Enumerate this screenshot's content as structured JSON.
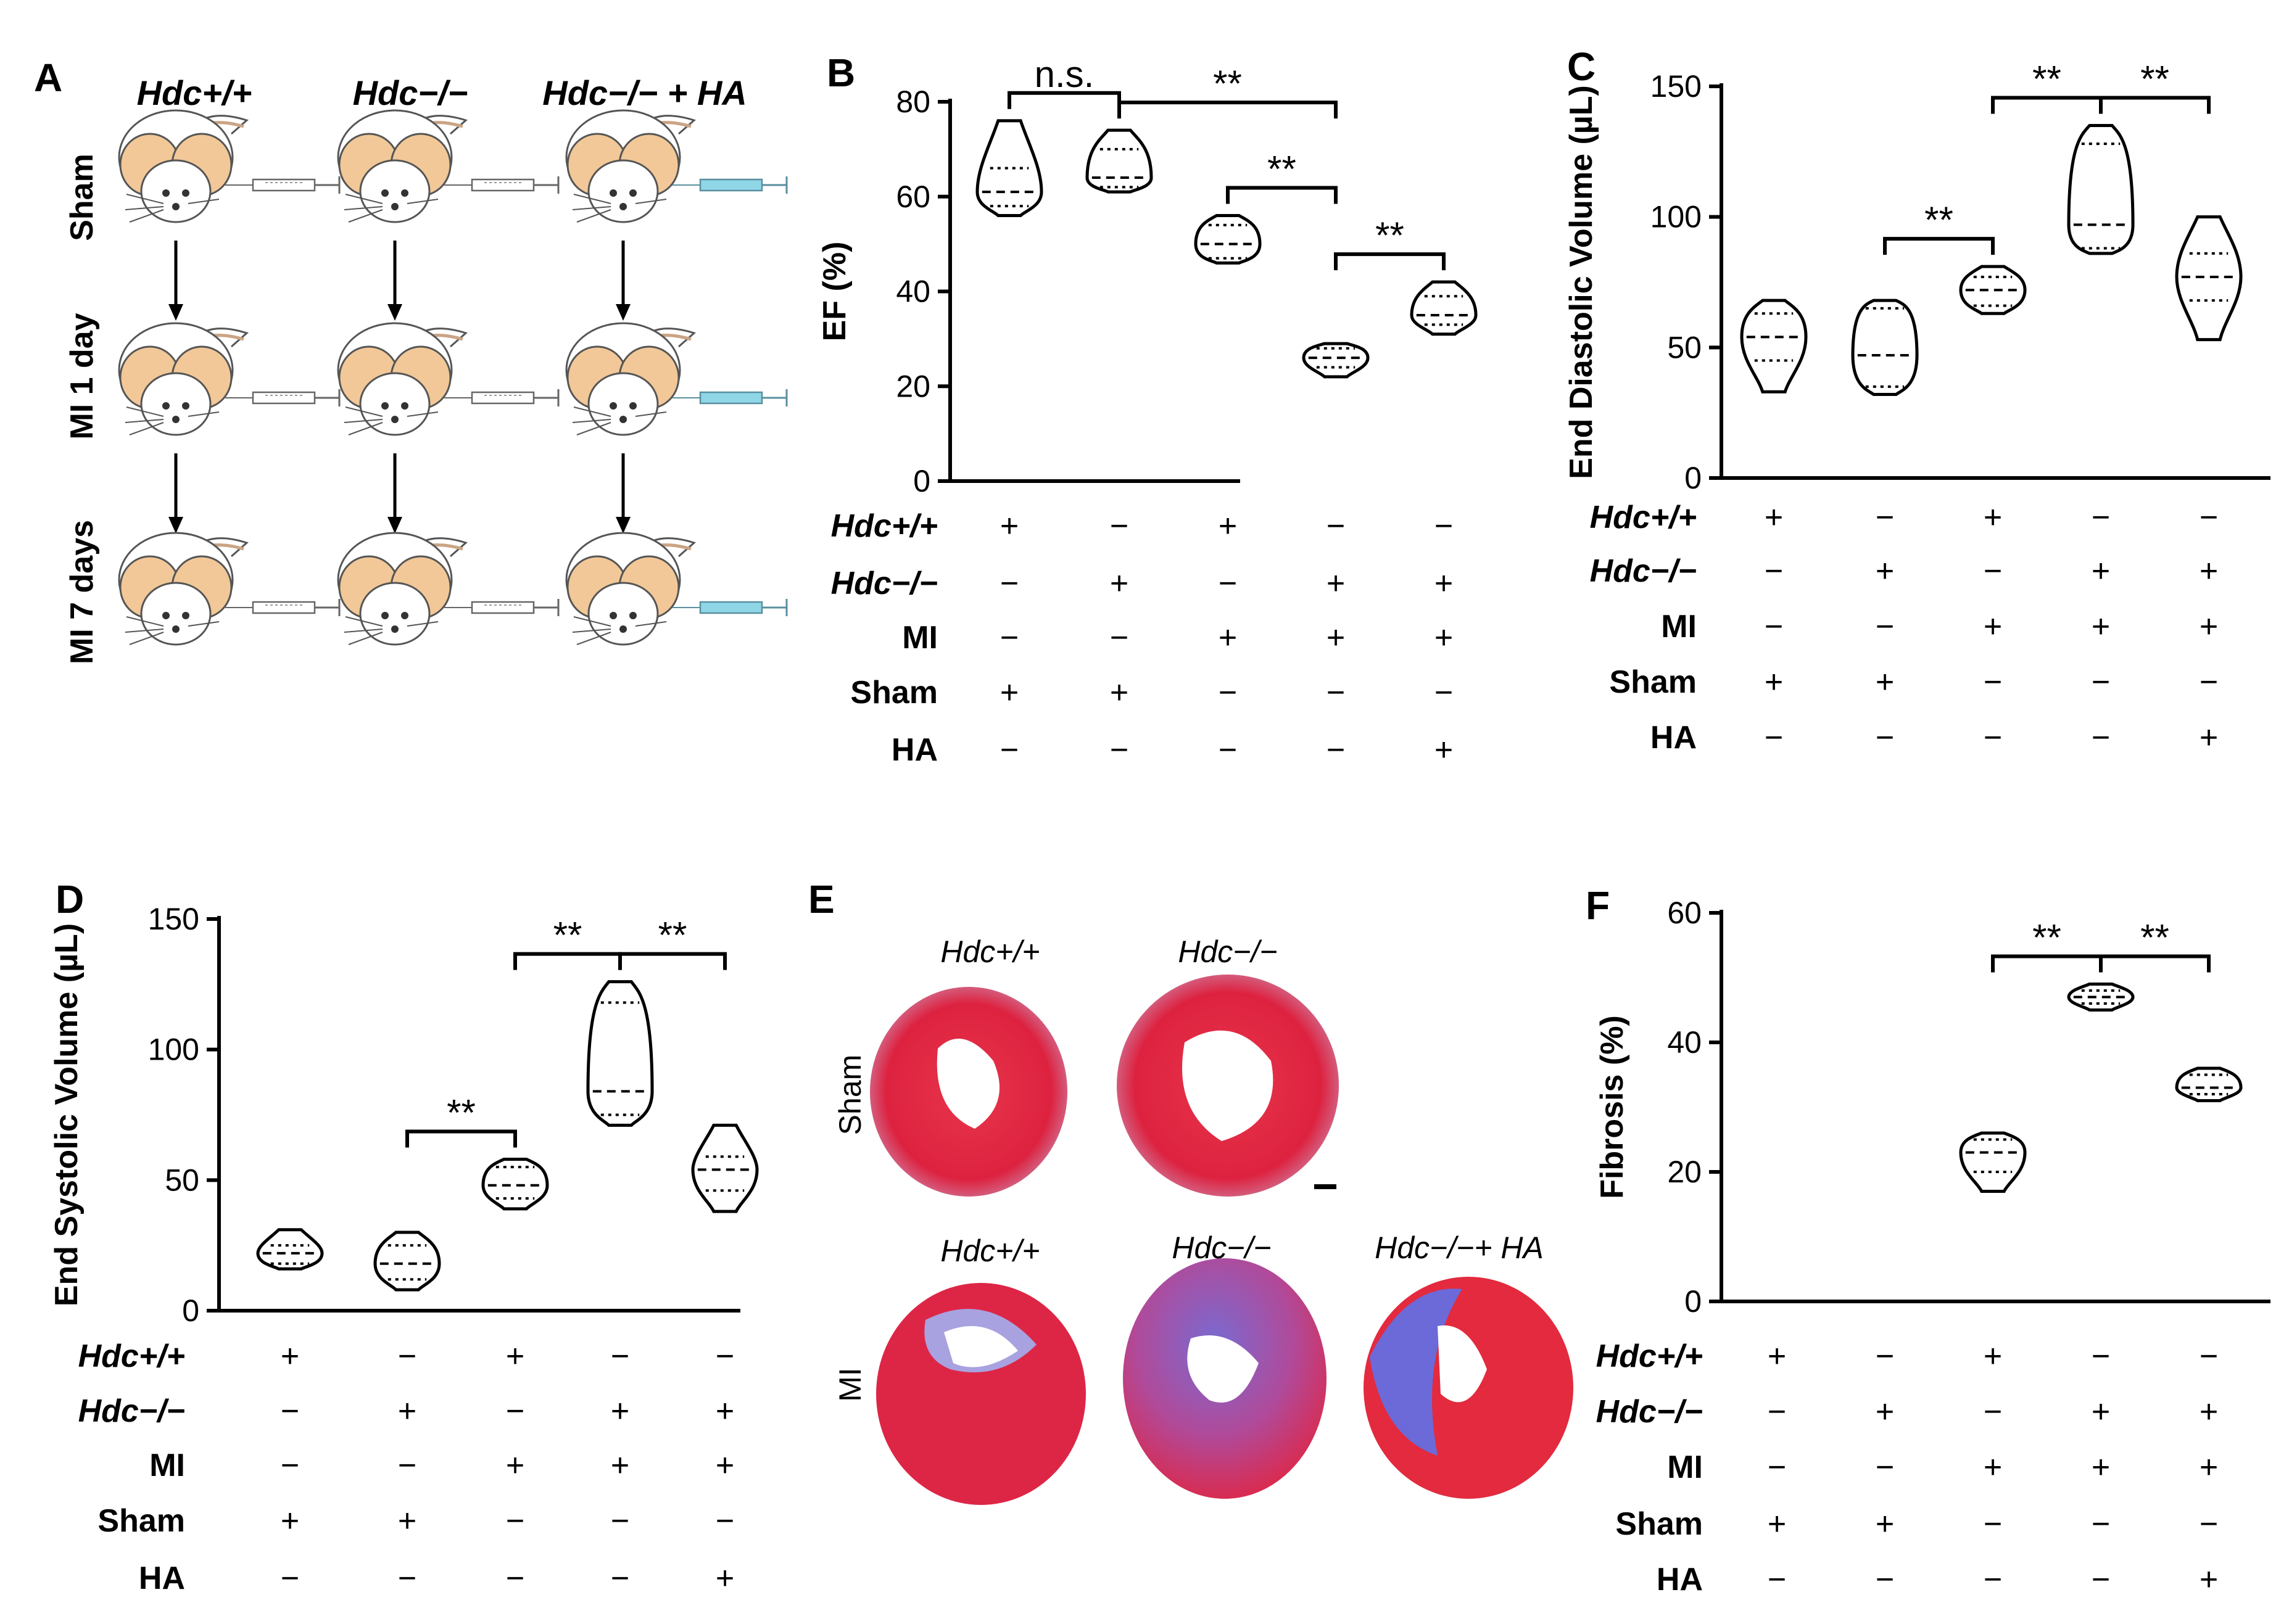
{
  "panels": {
    "A": {
      "letter": "A",
      "columns": [
        "Hdc+/+",
        "Hdc−/−",
        "Hdc−/− + HA"
      ],
      "rows": [
        "Sham",
        "MI 1 day",
        "MI 7 days"
      ]
    },
    "E": {
      "letter": "E",
      "top_titles": [
        "Hdc+/+",
        "Hdc−/−"
      ],
      "bottom_titles": [
        "Hdc+/+",
        "Hdc−/−",
        "Hdc−/−+ HA"
      ],
      "row_labels": [
        "Sham",
        "MI"
      ]
    }
  },
  "chart_data": [
    {
      "panel": "B",
      "type": "violin",
      "ylabel": "EF (%)",
      "ylim": [
        0,
        80
      ],
      "yticks": [
        0,
        20,
        40,
        60,
        80
      ],
      "groups": [
        {
          "min": 56,
          "q1": 58,
          "median": 61,
          "q3": 66,
          "max": 76
        },
        {
          "min": 61,
          "q1": 62,
          "median": 64,
          "q3": 70,
          "max": 74
        },
        {
          "min": 46,
          "q1": 47,
          "median": 50,
          "q3": 54,
          "max": 56
        },
        {
          "min": 22,
          "q1": 24,
          "median": 26,
          "q3": 28,
          "max": 29
        },
        {
          "min": 31,
          "q1": 33,
          "median": 35,
          "q3": 39,
          "max": 42
        }
      ],
      "significance": [
        {
          "from": 0,
          "to": 1,
          "label": "n.s."
        },
        {
          "from": 1,
          "to": 3,
          "label": "**"
        },
        {
          "from": 2,
          "to": 3,
          "label": "**"
        },
        {
          "from": 3,
          "to": 4,
          "label": "**"
        }
      ],
      "row_labels": [
        "Hdc+/+",
        "Hdc−/−",
        "MI",
        "Sham",
        "HA"
      ],
      "matrix": [
        [
          "+",
          "−",
          "+",
          "−",
          "−"
        ],
        [
          "−",
          "+",
          "−",
          "+",
          "+"
        ],
        [
          "−",
          "−",
          "+",
          "+",
          "+"
        ],
        [
          "+",
          "+",
          "−",
          "−",
          "−"
        ],
        [
          "−",
          "−",
          "−",
          "−",
          "+"
        ]
      ]
    },
    {
      "panel": "C",
      "type": "violin",
      "ylabel": "End Diastolic Volume (µL)",
      "ylim": [
        0,
        150
      ],
      "yticks": [
        0,
        50,
        100,
        150
      ],
      "groups": [
        {
          "min": 33,
          "q1": 45,
          "median": 54,
          "q3": 63,
          "max": 68
        },
        {
          "min": 32,
          "q1": 35,
          "median": 47,
          "q3": 65,
          "max": 68
        },
        {
          "min": 63,
          "q1": 66,
          "median": 72,
          "q3": 77,
          "max": 81
        },
        {
          "min": 86,
          "q1": 88,
          "median": 97,
          "q3": 128,
          "max": 135
        },
        {
          "min": 53,
          "q1": 68,
          "median": 77,
          "q3": 86,
          "max": 100
        }
      ],
      "significance": [
        {
          "from": 1,
          "to": 2,
          "label": "**"
        },
        {
          "from": 2,
          "to": 3,
          "label": "**"
        },
        {
          "from": 3,
          "to": 4,
          "label": "**"
        }
      ],
      "row_labels": [
        "Hdc+/+",
        "Hdc−/−",
        "MI",
        "Sham",
        "HA"
      ],
      "matrix": [
        [
          "+",
          "−",
          "+",
          "−",
          "−"
        ],
        [
          "−",
          "+",
          "−",
          "+",
          "+"
        ],
        [
          "−",
          "−",
          "+",
          "+",
          "+"
        ],
        [
          "+",
          "+",
          "−",
          "−",
          "−"
        ],
        [
          "−",
          "−",
          "−",
          "−",
          "+"
        ]
      ]
    },
    {
      "panel": "D",
      "type": "violin",
      "ylabel": "End Systolic Volume (µL)",
      "ylim": [
        0,
        150
      ],
      "yticks": [
        0,
        50,
        100,
        150
      ],
      "groups": [
        {
          "min": 16,
          "q1": 18,
          "median": 22,
          "q3": 25,
          "max": 31
        },
        {
          "min": 8,
          "q1": 12,
          "median": 18,
          "q3": 25,
          "max": 30
        },
        {
          "min": 39,
          "q1": 43,
          "median": 48,
          "q3": 55,
          "max": 58
        },
        {
          "min": 71,
          "q1": 75,
          "median": 84,
          "q3": 118,
          "max": 126
        },
        {
          "min": 38,
          "q1": 46,
          "median": 54,
          "q3": 59,
          "max": 71
        }
      ],
      "significance": [
        {
          "from": 1,
          "to": 2,
          "label": "**"
        },
        {
          "from": 2,
          "to": 3,
          "label": "**"
        },
        {
          "from": 3,
          "to": 4,
          "label": "**"
        }
      ],
      "row_labels": [
        "Hdc+/+",
        "Hdc−/−",
        "MI",
        "Sham",
        "HA"
      ],
      "matrix": [
        [
          "+",
          "−",
          "+",
          "−",
          "−"
        ],
        [
          "−",
          "+",
          "−",
          "+",
          "+"
        ],
        [
          "−",
          "−",
          "+",
          "+",
          "+"
        ],
        [
          "+",
          "+",
          "−",
          "−",
          "−"
        ],
        [
          "−",
          "−",
          "−",
          "−",
          "+"
        ]
      ]
    },
    {
      "panel": "F",
      "type": "violin",
      "ylabel": "Fibrosis (%)",
      "ylim": [
        0,
        60
      ],
      "yticks": [
        0,
        20,
        40,
        60
      ],
      "groups": [
        null,
        null,
        {
          "min": 17,
          "q1": 20,
          "median": 23,
          "q3": 25,
          "max": 26
        },
        {
          "min": 45,
          "q1": 46,
          "median": 47,
          "q3": 48,
          "max": 49
        },
        {
          "min": 31,
          "q1": 32,
          "median": 33,
          "q3": 35,
          "max": 36
        }
      ],
      "significance": [
        {
          "from": 2,
          "to": 3,
          "label": "**"
        },
        {
          "from": 3,
          "to": 4,
          "label": "**"
        }
      ],
      "row_labels": [
        "Hdc+/+",
        "Hdc−/−",
        "MI",
        "Sham",
        "HA"
      ],
      "matrix": [
        [
          "+",
          "−",
          "+",
          "−",
          "−"
        ],
        [
          "−",
          "+",
          "−",
          "+",
          "+"
        ],
        [
          "−",
          "−",
          "+",
          "+",
          "+"
        ],
        [
          "+",
          "+",
          "−",
          "−",
          "−"
        ],
        [
          "−",
          "−",
          "−",
          "−",
          "+"
        ]
      ]
    }
  ]
}
